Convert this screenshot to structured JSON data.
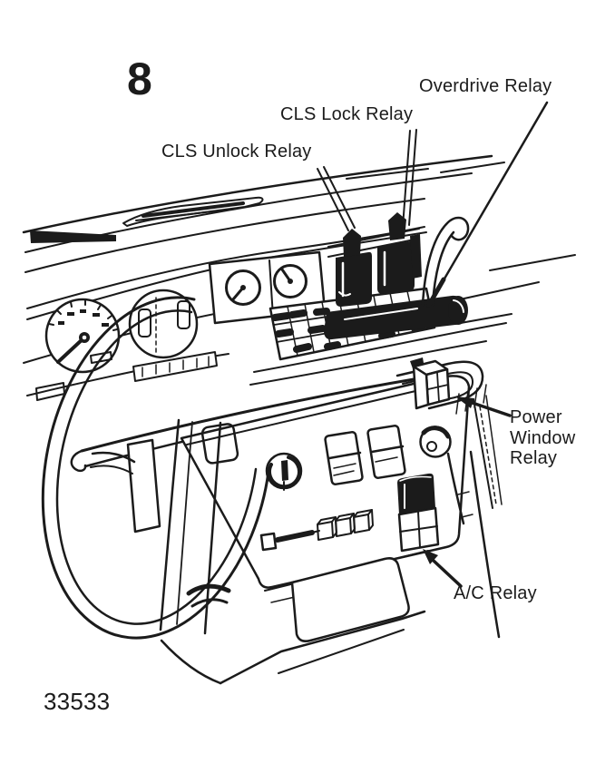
{
  "figure": {
    "number": "8",
    "part_number": "33533"
  },
  "labels": {
    "cls_unlock": "CLS Unlock Relay",
    "cls_lock": "CLS Lock Relay",
    "overdrive": "Overdrive Relay",
    "power_window_lines": [
      "Power",
      "Window",
      "Relay"
    ],
    "ac": "A/C Relay"
  },
  "colors": {
    "ink": "#1b1b1b",
    "paper": "#ffffff"
  }
}
